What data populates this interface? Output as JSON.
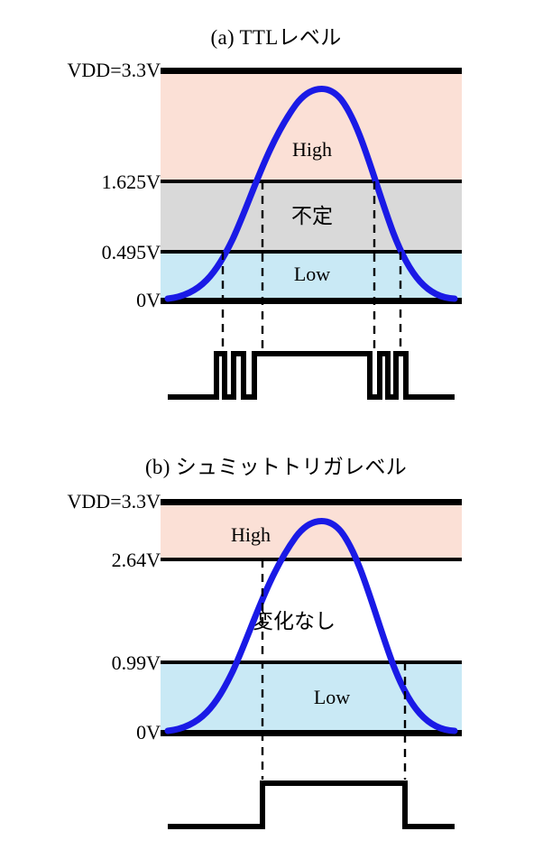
{
  "panels": [
    {
      "id": "ttl",
      "title": "(a) TTLレベル",
      "levels": [
        {
          "label": "VDD=3.3V",
          "volts": 3.3
        },
        {
          "label": "1.625V",
          "volts": 1.625
        },
        {
          "label": "0.495V",
          "volts": 0.495
        },
        {
          "label": "0V",
          "volts": 0
        }
      ],
      "bands": [
        {
          "name": "High",
          "label": "High",
          "color": "#fbe0d6",
          "from": 1.625,
          "to": 3.3
        },
        {
          "name": "undefined",
          "label": "不定",
          "color": "#d9d9d9",
          "from": 0.495,
          "to": 1.625
        },
        {
          "name": "Low",
          "label": "Low",
          "color": "#c9e9f5",
          "from": 0,
          "to": 0.495
        }
      ],
      "crossings": [
        0.495,
        1.625,
        1.625,
        0.495
      ],
      "output_label": "chattering-output"
    },
    {
      "id": "schmitt",
      "title": "(b) シュミットトリガレベル",
      "levels": [
        {
          "label": "VDD=3.3V",
          "volts": 3.3
        },
        {
          "label": "2.64V",
          "volts": 2.64
        },
        {
          "label": "0.99V",
          "volts": 0.99
        },
        {
          "label": "0V",
          "volts": 0
        }
      ],
      "bands": [
        {
          "name": "High",
          "label": "High",
          "color": "#fbe0d6",
          "from": 2.64,
          "to": 3.3
        },
        {
          "name": "no-change",
          "label": "変化なし",
          "color": "#ffffff",
          "from": 0.99,
          "to": 2.64
        },
        {
          "name": "Low",
          "label": "Low",
          "color": "#c9e9f5",
          "from": 0,
          "to": 0.99
        }
      ],
      "crossings": [
        2.64,
        0.99
      ],
      "output_label": "clean-output"
    }
  ],
  "colors": {
    "signal": "#1a1ae6",
    "line": "#000000",
    "high_band": "#fbe0d6",
    "undefined_band": "#d9d9d9",
    "low_band": "#c9e9f5"
  }
}
